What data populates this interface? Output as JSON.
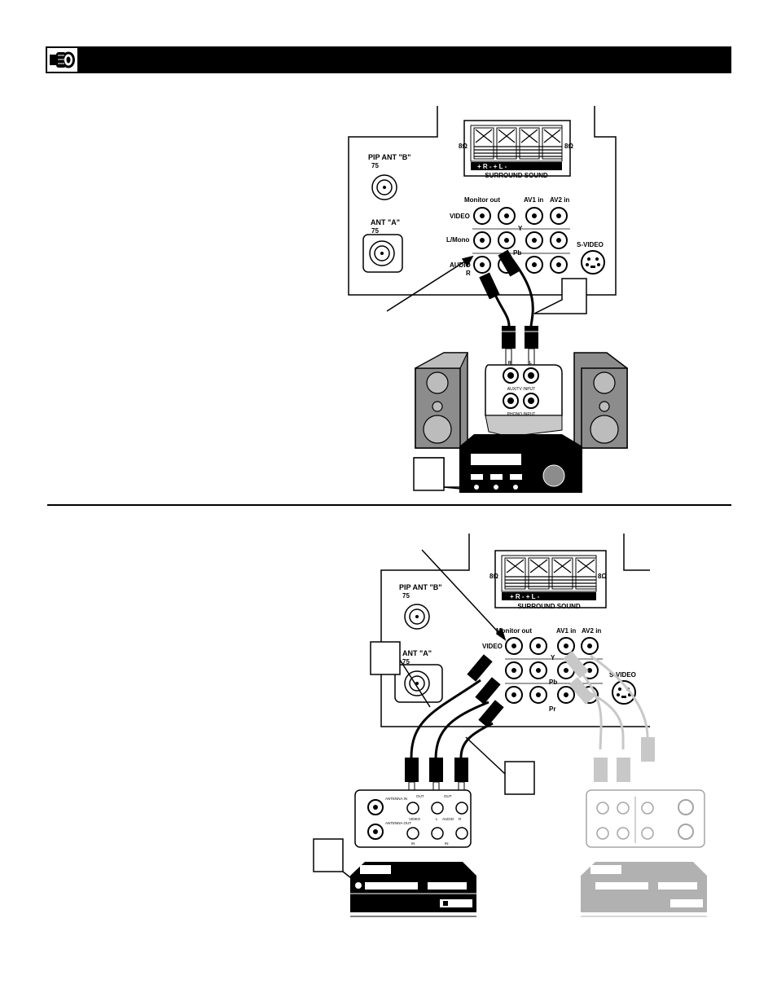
{
  "colors": {
    "ink": "#000000",
    "panel_gray": "#8c8c8c",
    "faded_gray": "#c8c8c8"
  },
  "header": {
    "icon": "connector-plug-icon"
  },
  "panel": {
    "ohm": "8Ω",
    "speaker_terms": "+   R   -       +   L   -",
    "surround_sound": "SURROUND SOUND",
    "pip_ant_b": "PIP ANT \"B\"",
    "ant_a": "ANT \"A\"",
    "ohm75": "75",
    "monitor_out": "Monitor out",
    "av1_in": "AV1 in",
    "av2_in": "AV2 in",
    "video": "VIDEO",
    "l_mono": "L/Mono",
    "audio": "AUDIO",
    "r": "R",
    "y": "Y",
    "pb": "Pb",
    "pr": "Pr",
    "s_video": "S-VIDEO"
  },
  "stereo": {
    "aux_tv_input": "AUX/TV INPUT",
    "phono_input": "PHONO INPUT",
    "r": "R",
    "l": "L"
  },
  "vcr": {
    "antenna_in": "ANTENNA IN",
    "antenna_out": "ANTENNA OUT",
    "out": "OUT",
    "video": "VIDEO",
    "audio": "AUDIO",
    "l": "L",
    "r": "R",
    "in": "IN"
  }
}
